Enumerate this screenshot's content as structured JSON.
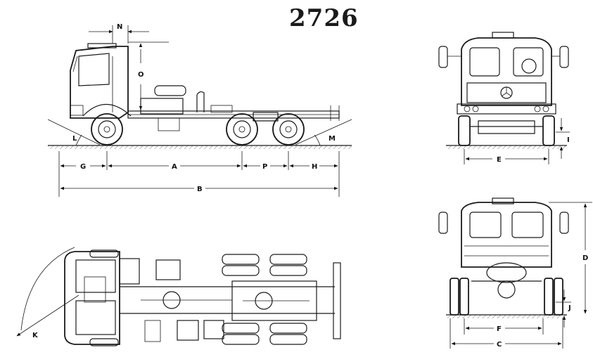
{
  "title": "2726",
  "labels": {
    "N": "N",
    "O": "O",
    "L": "L",
    "M": "M",
    "G": "G",
    "A": "A",
    "P": "P",
    "H": "H",
    "B": "B",
    "I": "I",
    "E": "E",
    "D": "D",
    "J": "J",
    "F": "F",
    "C": "C",
    "K": "K"
  }
}
